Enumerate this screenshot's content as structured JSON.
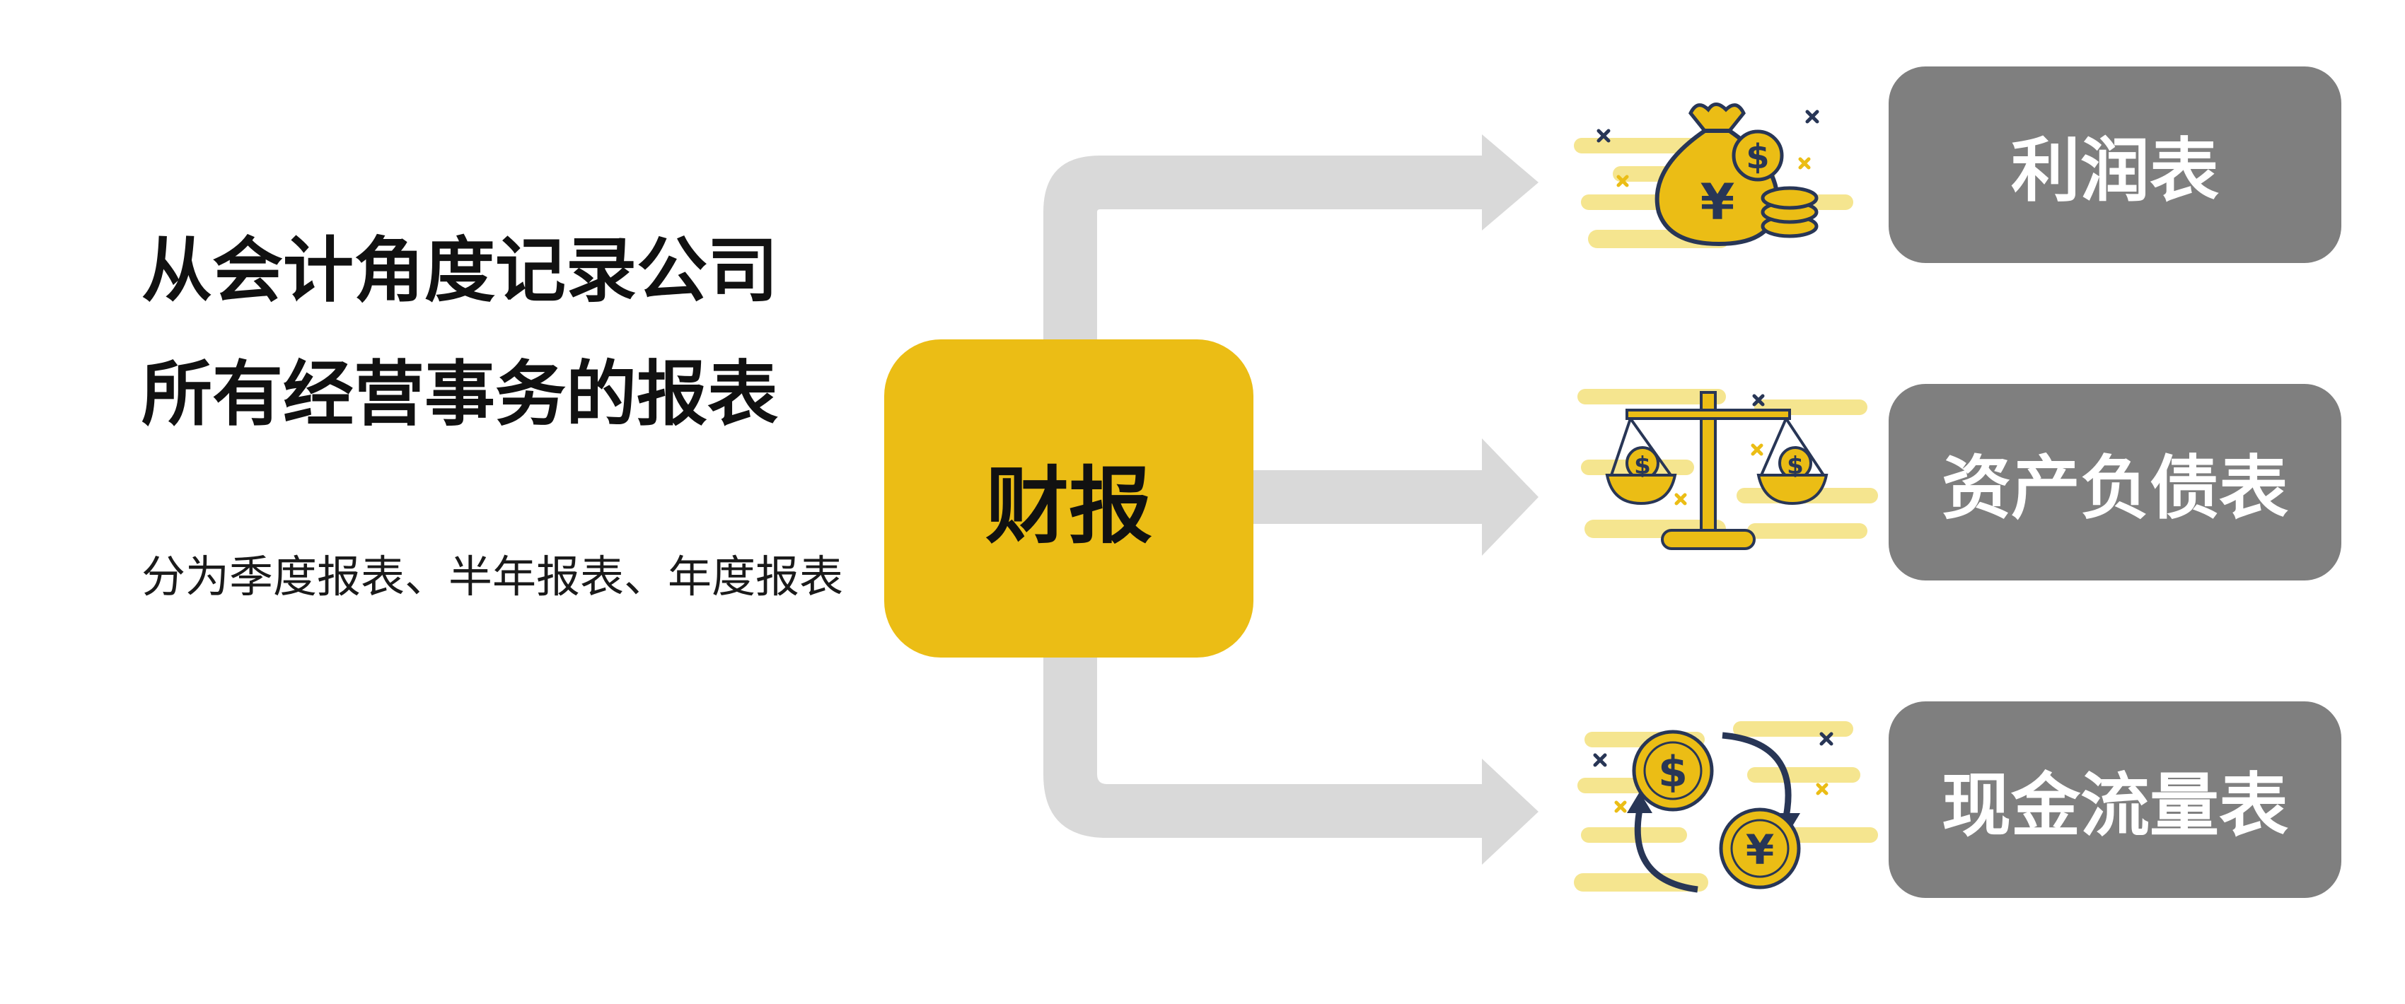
{
  "heading": {
    "line1": "从会计角度记录公司",
    "line2": "所有经营事务的报表"
  },
  "subtitle": "分为季度报表、半年报表、年度报表",
  "center": {
    "label": "财报"
  },
  "outputs": [
    {
      "label": "利润表",
      "icon": "money-bag-icon"
    },
    {
      "label": "资产负债表",
      "icon": "balance-scale-icon"
    },
    {
      "label": "现金流量表",
      "icon": "currency-exchange-icon"
    }
  ],
  "colors": {
    "accent": "#EBBD15",
    "accent_light": "#F5E58F",
    "label_bg": "#7F7F7F",
    "arrow": "#D9D9D9",
    "icon_dark": "#283656"
  }
}
